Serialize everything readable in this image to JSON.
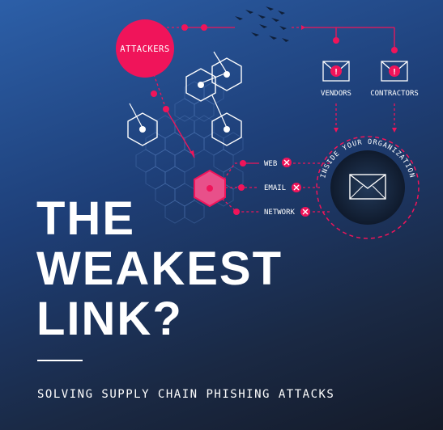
{
  "diagram": {
    "attackers_label": "ATTACKERS",
    "vendors_label": "VENDORS",
    "contractors_label": "CONTRACTORS",
    "web_label": "WEB",
    "email_label": "EMAIL",
    "network_label": "NETWORK",
    "organization_label": "INSIDE YOUR ORGANIZATION"
  },
  "headline": {
    "line1": "THE",
    "line2": "WEAKEST",
    "line3": "LINK?"
  },
  "subtitle": "SOLVING SUPPLY CHAIN PHISHING ATTACKS",
  "colors": {
    "accent": "#f0145a",
    "background_top": "#2c5fa8",
    "background_bottom": "#141a28",
    "text": "#ffffff"
  }
}
